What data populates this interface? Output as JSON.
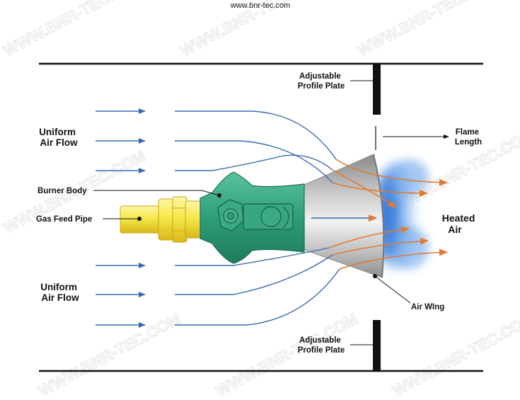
{
  "header": {
    "url": "www.bnr-tec.com"
  },
  "watermark": {
    "text": "WWW.BNR-TEC.COM"
  },
  "labels": {
    "profile_plate_top": [
      "Adjustable",
      "Profile Plate"
    ],
    "profile_plate_bottom": [
      "Adjustable",
      "Profile Plate"
    ],
    "flame_length": [
      "Flame",
      "Length"
    ],
    "uniform_air_flow_top": [
      "Uniform",
      "Air Flow"
    ],
    "uniform_air_flow_bottom": [
      "Uniform",
      "Air Flow"
    ],
    "burner_body": "Burner Body",
    "gas_feed_pipe": "Gas Feed Pipe",
    "heated_air": [
      "Heated",
      "Air"
    ],
    "air_wing": "Air WIng"
  },
  "colors": {
    "duct_wall": "#111111",
    "air_flow": "#3a6ab3",
    "heated_arrow": "#e07a32",
    "burner_body": "#2e9e7a",
    "gas_pipe": "#f2e23a",
    "gas_pipe_fitting": "#e8c020",
    "flame": "#4f8fe0",
    "air_wing": "#b9b9b9"
  }
}
